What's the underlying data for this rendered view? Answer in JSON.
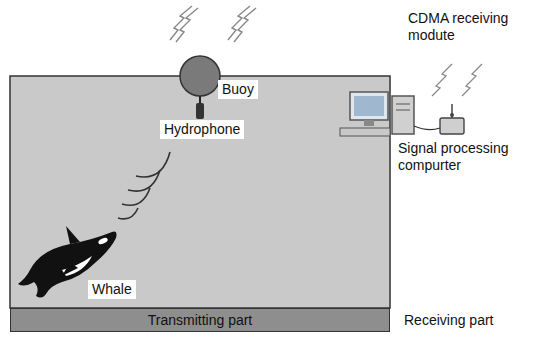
{
  "diagram": {
    "nodes": [
      {
        "text": [
          "Transmitting part"
        ]
      }
    ],
    "labels": [
      "Buoy",
      "Hydrophone",
      "Whale",
      "CDMA receiving modute",
      "Signal processing compurter",
      "Receiving part"
    ]
  }
}
